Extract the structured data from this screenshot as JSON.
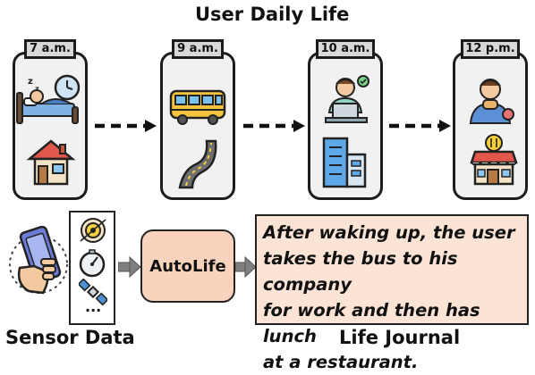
{
  "title": "User Daily Life",
  "timeline": [
    {
      "time": "7 a.m.",
      "top_icon": "sleeping-in-bed-with-clock-icon",
      "bottom_icon": "house-icon"
    },
    {
      "time": "9 a.m.",
      "top_icon": "bus-icon",
      "bottom_icon": "road-icon"
    },
    {
      "time": "10 a.m.",
      "top_icon": "person-working-at-laptop-icon",
      "bottom_icon": "office-building-icon"
    },
    {
      "time": "12 p.m.",
      "top_icon": "person-eating-icon",
      "bottom_icon": "restaurant-icon"
    }
  ],
  "sensor_label": "Sensor Data",
  "sensor_icons": [
    "smartphone-in-hand-icon",
    "gyroscope-icon",
    "compass-icon",
    "satellite-icon"
  ],
  "sensor_more": "...",
  "model_label": "AutoLife",
  "journal_label": "Life Journal",
  "journal_lines": [
    "After waking up, the user",
    "takes the bus to his company",
    "for work and then has lunch",
    "at a restaurant."
  ]
}
